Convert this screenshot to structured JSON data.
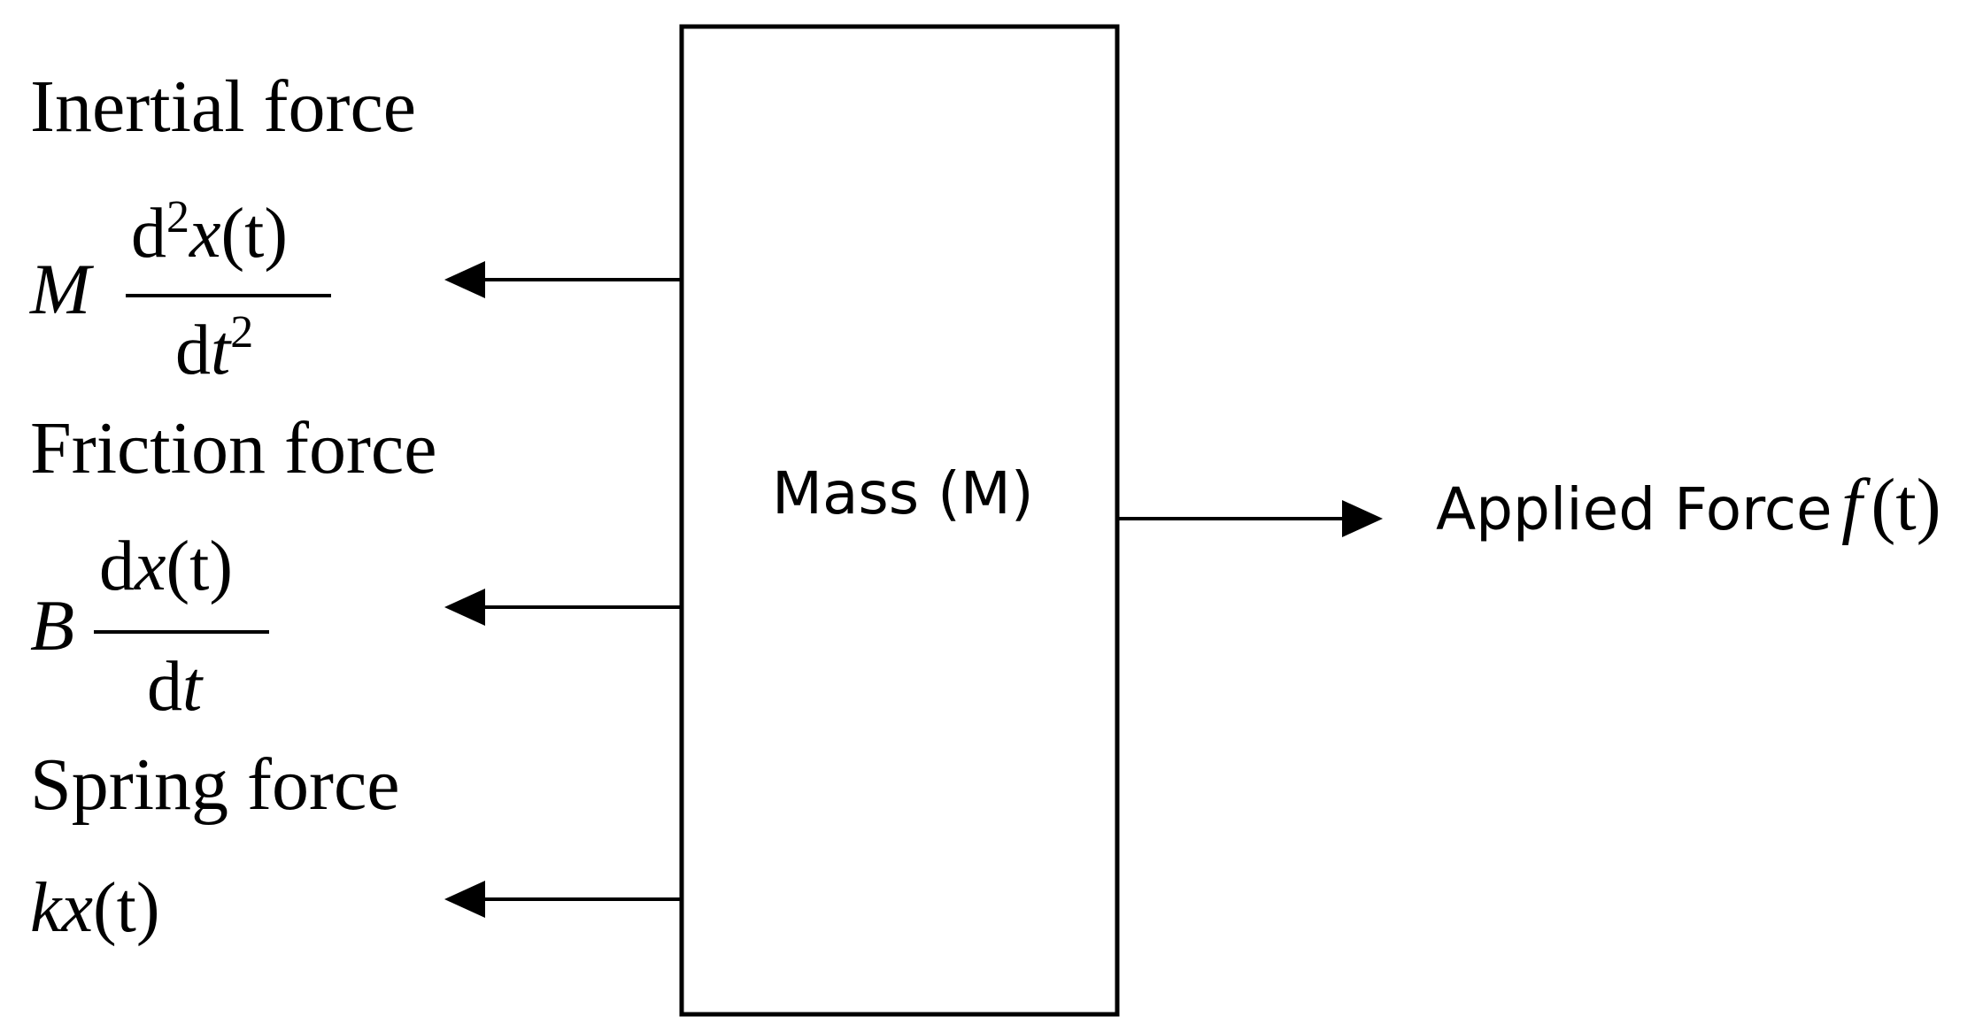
{
  "mass_block": {
    "label": "Mass (M)"
  },
  "applied_force": {
    "label": "Applied Force",
    "symbol": "f",
    "argument": "(t)"
  },
  "inertial": {
    "label": "Inertial force",
    "coefficient": "M",
    "numerator_d": "d",
    "numerator_power": "2",
    "numerator_var": "x",
    "numerator_arg": "(t)",
    "denominator_d": "d",
    "denominator_var": "t",
    "denominator_power": "2"
  },
  "friction": {
    "label": "Friction force",
    "coefficient": "B",
    "numerator_d": "d",
    "numerator_var": "x",
    "numerator_arg": "(t)",
    "denominator_d": "d",
    "denominator_var": "t"
  },
  "spring": {
    "label": "Spring force",
    "expression_var": "kx",
    "expression_arg": "(t)"
  }
}
